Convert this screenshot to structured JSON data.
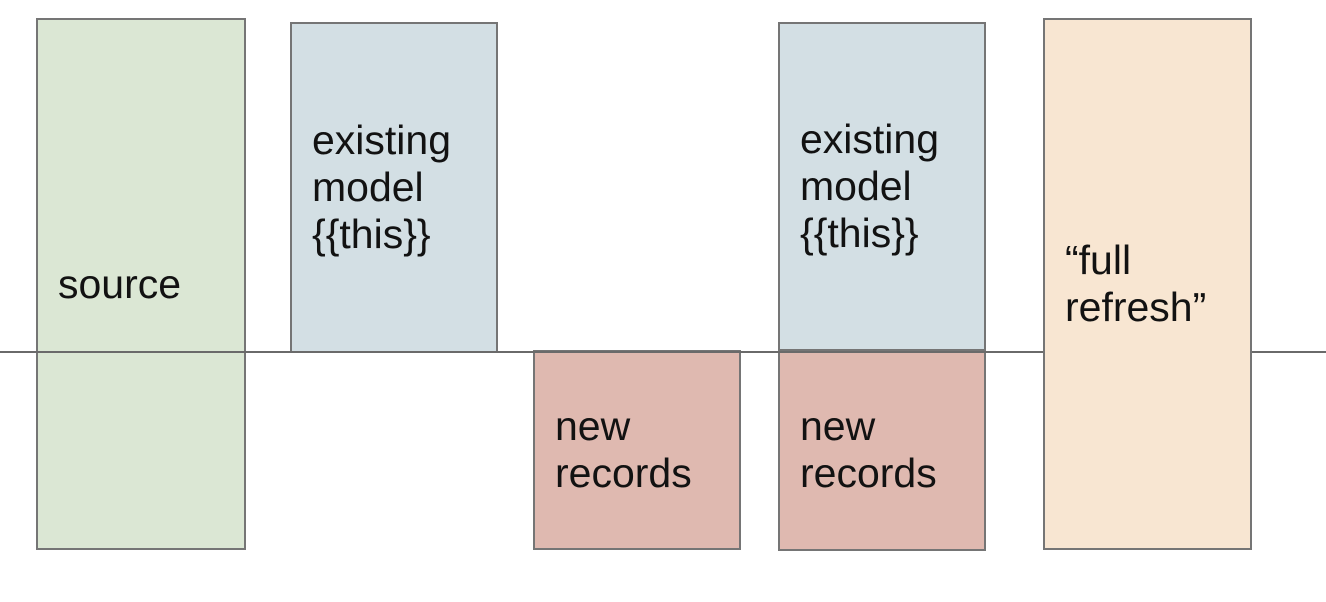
{
  "colors": {
    "background": "#ffffff",
    "source_fill": "#dbe7d4",
    "existing_model_fill": "#d3dfe4",
    "new_records_fill": "#dfb9b0",
    "full_refresh_fill": "#f8e6d2",
    "box_border": "#757575",
    "divider_line": "#6a6a6a",
    "text": "#121212"
  },
  "boxes": {
    "source": {
      "line1": "source"
    },
    "existing_model_1": {
      "line1": "existing",
      "line2": "model",
      "line3": "{{this}}"
    },
    "new_records_1": {
      "line1": "new",
      "line2": "records"
    },
    "existing_model_2": {
      "line1": "existing",
      "line2": "model",
      "line3": "{{this}}"
    },
    "new_records_2": {
      "line1": "new",
      "line2": "records"
    },
    "full_refresh": {
      "line1": "“full",
      "line2": "refresh”"
    }
  }
}
